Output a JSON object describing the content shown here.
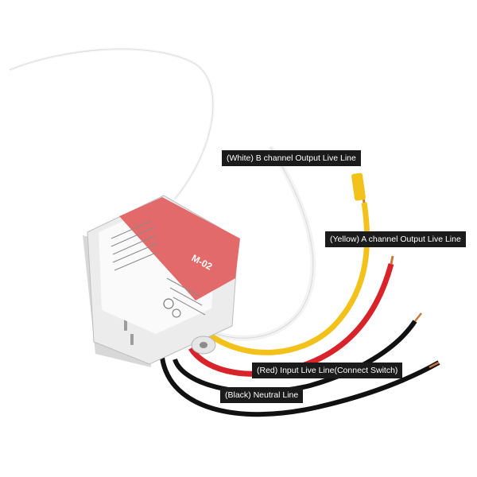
{
  "labels": {
    "white_wire": "(White) B channel Output Live Line",
    "yellow_wire": "(Yellow) A channel Output Live Line",
    "red_wire": "(Red) Input Live Line(Connect Switch)",
    "black_wire": "(Black) Neutral Line"
  },
  "device": {
    "model": "M-02"
  },
  "colors": {
    "background": "#ffffff",
    "label_bg": "#1b1b1b",
    "label_text": "#ffffff",
    "housing": "#e9e9e9",
    "sticker_red": "#e36a6a",
    "wire_white": "#f4f4f4",
    "wire_yellow": "#f2c21b",
    "wire_red": "#d8232a",
    "wire_black": "#111111",
    "copper": "#c9773a"
  }
}
